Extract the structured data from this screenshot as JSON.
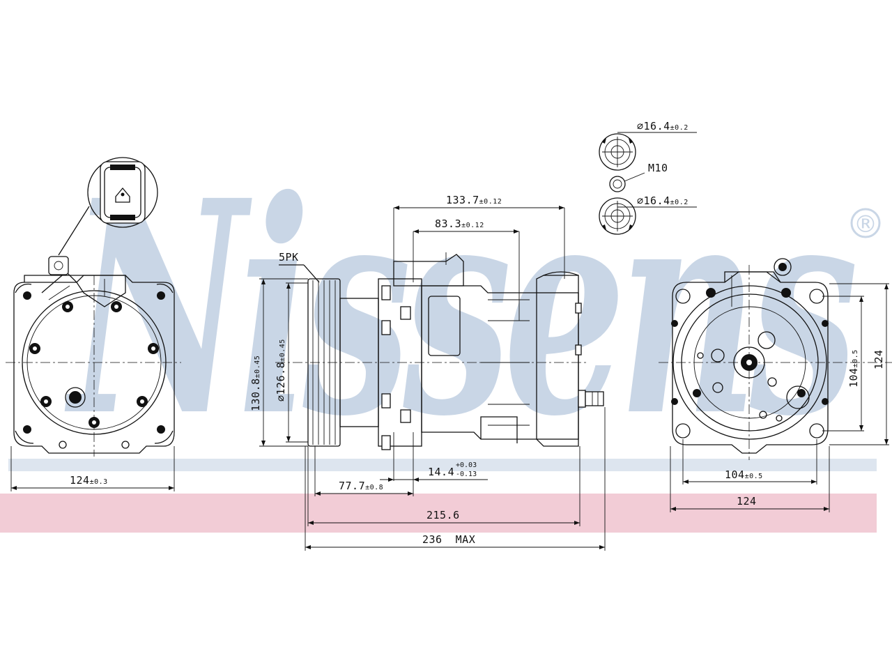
{
  "brand": {
    "watermark_text": "Nissens",
    "registered_mark": "®",
    "watermark_color": "#c9d6e6",
    "band_blue": "#dde5ef",
    "band_pink": "#f2ccd6"
  },
  "dimensions": {
    "left_width_main": "124",
    "left_width_tol": "±0.3",
    "pulley_dia_outer_main": "130.8",
    "pulley_dia_outer_tol": "±0.45",
    "pulley_dia_inner_main": "⌀126.8",
    "pulley_dia_inner_tol": "±0.45",
    "belt_label": "5PK",
    "top_span_main": "133.7",
    "top_span_tol": "±0.12",
    "top_span2_main": "83.3",
    "top_span2_tol": "±0.12",
    "small_offset_main": "14.4",
    "small_offset_tol_upper": "+0.03",
    "small_offset_tol_lower": "-0.13",
    "offset_main": "77.7",
    "offset_tol": "±0.8",
    "length_mid": "215.6",
    "length_max": "236  MAX",
    "port_top_main": "⌀16.4",
    "port_top_tol": "±0.2",
    "port_thread": "M10",
    "port_bottom_main": "⌀16.4",
    "port_bottom_tol": "±0.2",
    "right_hole_spacing_main": "104",
    "right_hole_spacing_tol": "±0.5",
    "right_width": "124",
    "right_vert_spacing_main": "104",
    "right_vert_spacing_tol": "±0.5",
    "right_height": "124"
  }
}
